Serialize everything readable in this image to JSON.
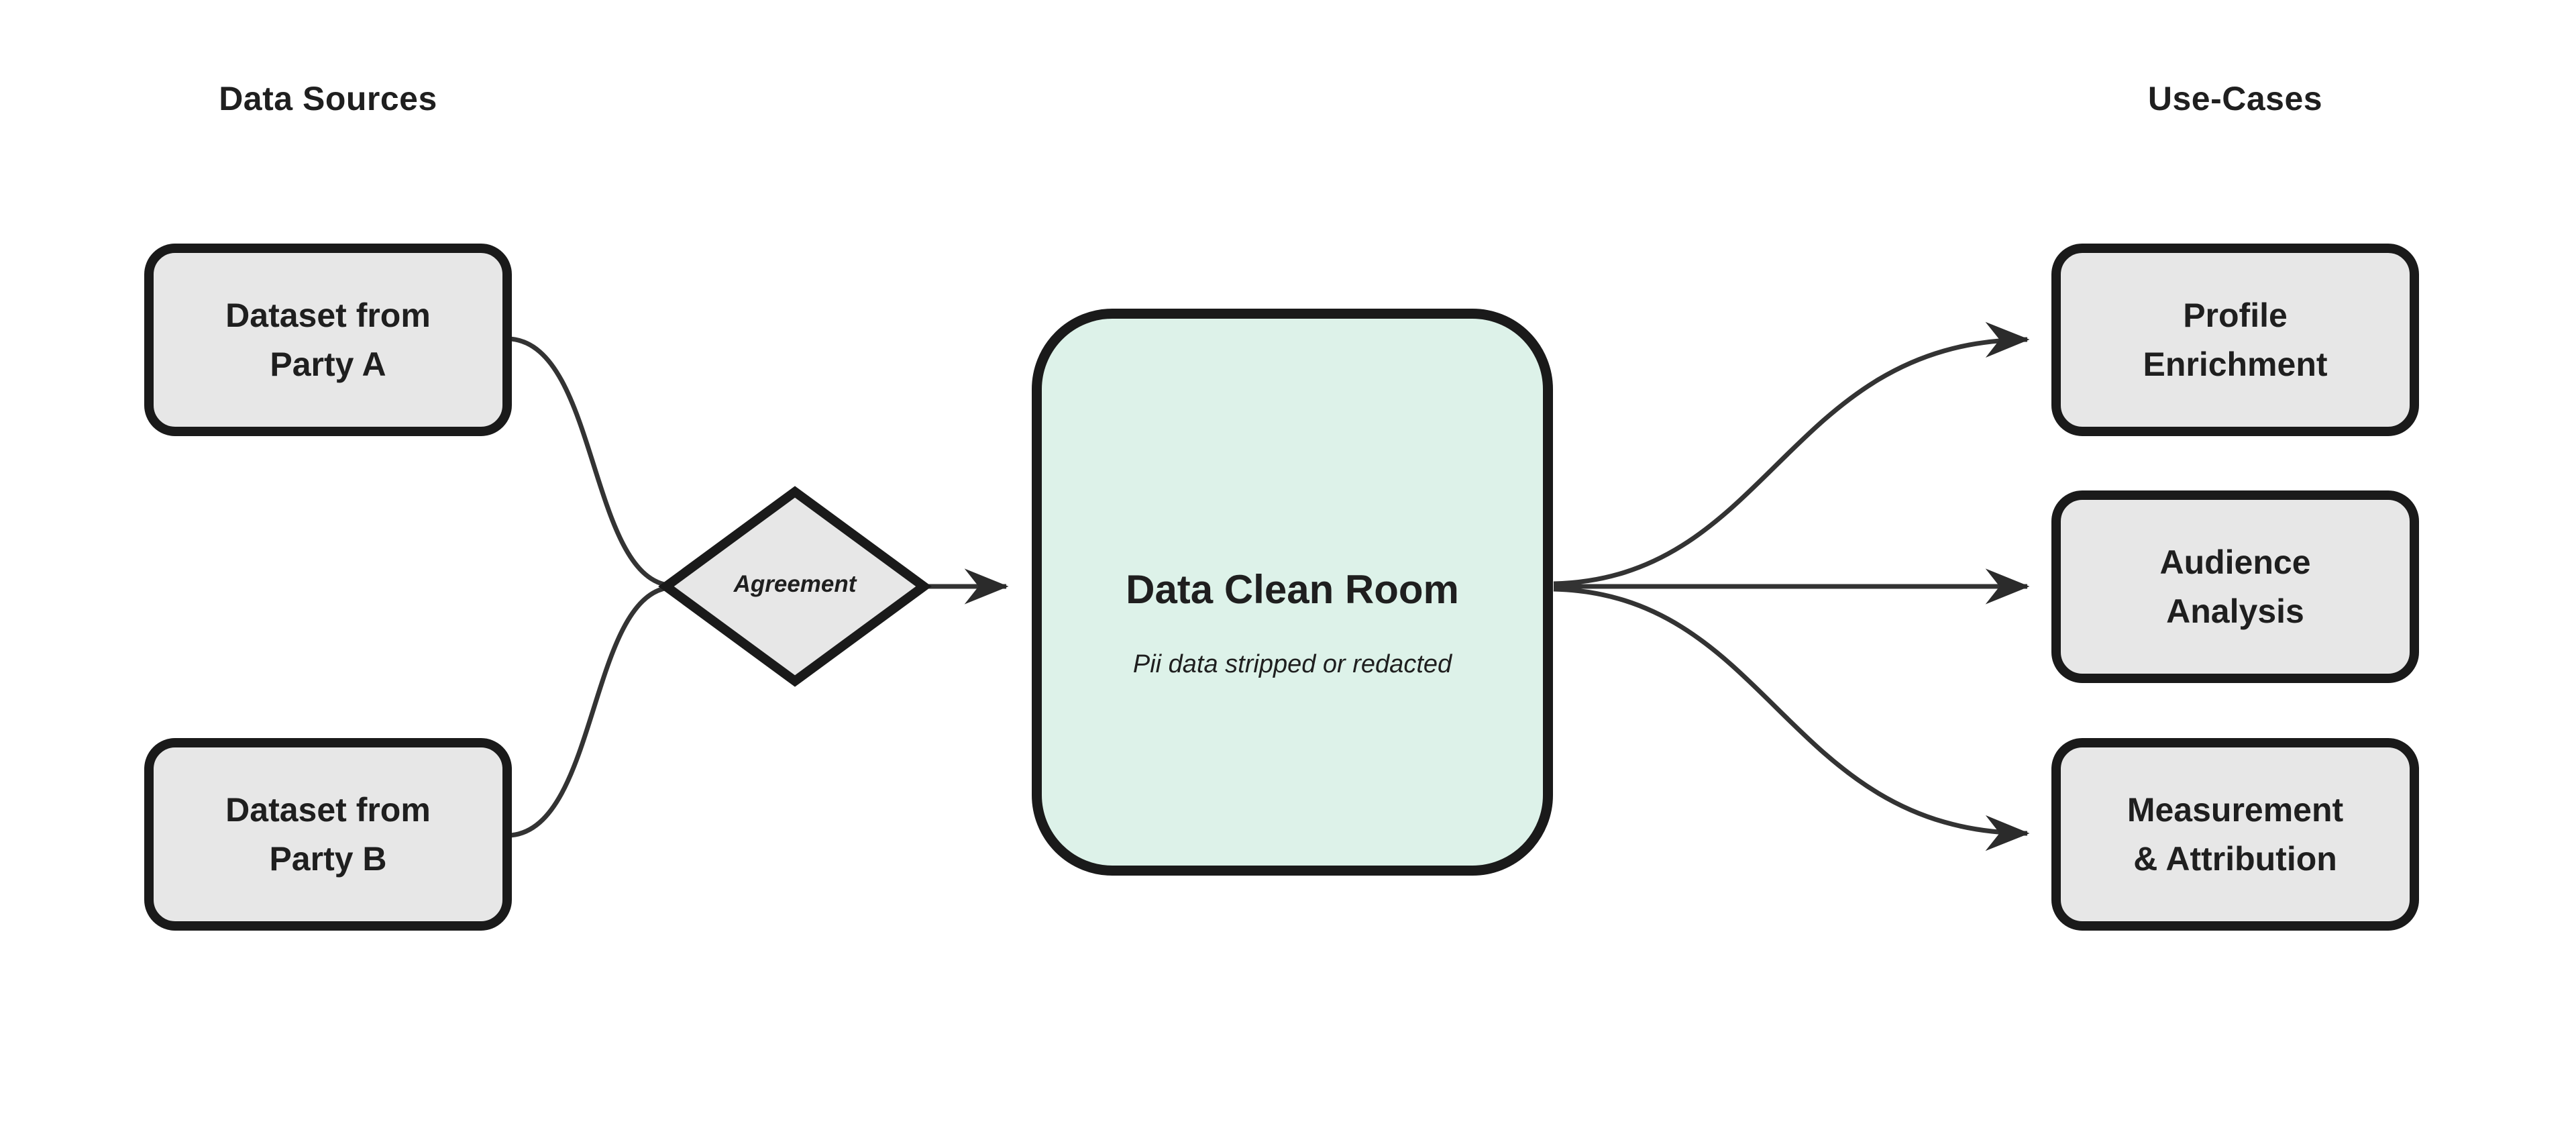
{
  "theme": {
    "background": "#ffffff",
    "node_fill": "#e7e7e7",
    "node_border": "#1a1a1a",
    "clean_room_fill": "#ddf2e9",
    "connector_color": "#333333",
    "arrowhead_color": "#2b2b2b",
    "text_color": "#1f1f1f"
  },
  "headers": {
    "data_sources": "Data Sources",
    "use_cases": "Use-Cases"
  },
  "sources": {
    "party_a": {
      "line1": "Dataset from",
      "line2": "Party A"
    },
    "party_b": {
      "line1": "Dataset from",
      "line2": "Party B"
    }
  },
  "agreement": {
    "label": "Agreement"
  },
  "clean_room": {
    "title": "Data Clean Room",
    "subtitle": "Pii data stripped or redacted"
  },
  "use_cases": {
    "profile": {
      "line1": "Profile",
      "line2": "Enrichment"
    },
    "audience": {
      "line1": "Audience",
      "line2": "Analysis"
    },
    "measurement": {
      "line1": "Measurement",
      "line2": "& Attribution"
    }
  }
}
